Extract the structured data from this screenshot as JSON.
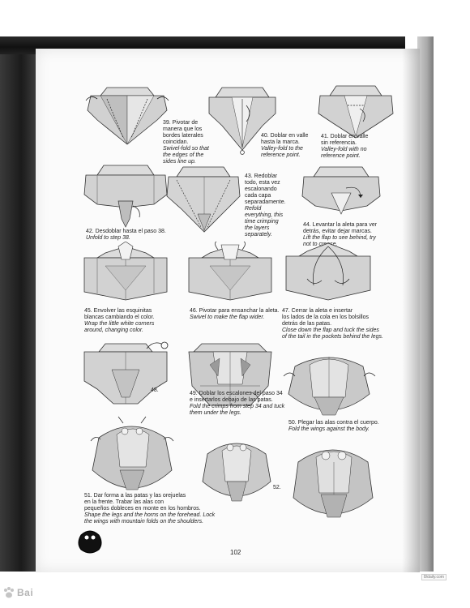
{
  "page": {
    "number": "102"
  },
  "watermark": {
    "url": "8/daily.com",
    "brand_text": "Bai"
  },
  "steps": [
    {
      "id": "39",
      "es": "39. Pivotar de\nmanera que los\nbordes laterales\ncoincidan.",
      "en": "Swivel-fold so that\nthe edges of the\nsides line up."
    },
    {
      "id": "40",
      "es": "40. Doblar en valle\nhasta la marca.",
      "en": "Valley-fold to the\nreference point."
    },
    {
      "id": "41",
      "es": "41. Doblar en valle\nsin referencia.",
      "en": "Valley-fold with no\nreference point."
    },
    {
      "id": "42",
      "es": "42. Desdoblar hasta el paso 38.",
      "en": "Unfold to step 38."
    },
    {
      "id": "43",
      "es": "43. Redoblar\ntodo, esta vez\nescalonando\ncada capa\nseparadamente.",
      "en": "Refold\neverything, this\ntime crimping\nthe layers\nseparately."
    },
    {
      "id": "44",
      "es": "44. Levantar la aleta para ver\ndetrás, evitar dejar marcas.",
      "en": "Lift the flap to see behind, try\nnot to crease."
    },
    {
      "id": "45",
      "es": "45. Envolver las esquinitas\nblancas cambiando el color.",
      "en": "Wrap the little white corners\naround, changing color."
    },
    {
      "id": "46",
      "es": "46. Pivotar para ensanchar la aleta.",
      "en": "Swivel to make the flap wider."
    },
    {
      "id": "47",
      "es": "47. Cerrar la aleta e insertar\nlos lados de la cola en los bolsillos\ndetrás de las patas.",
      "en": "Close down the flap and tuck the sides\nof the tail in the pockets behind the legs."
    },
    {
      "id": "48",
      "es": "48.",
      "en": ""
    },
    {
      "id": "49",
      "es": "49. Doblar los escalones del paso 34\ne insertarlos debajo de las patas.",
      "en": "Fold the crimps from step 34 and tuck\nthem under the legs."
    },
    {
      "id": "50",
      "es": "50. Plegar las alas contra el cuerpo.",
      "en": "Fold the wings against the body."
    },
    {
      "id": "51",
      "es": "51. Dar forma a las patas y las orejuelas\nen la frente. Trabar las alas con\npequeños dobleces en monte en los hombros.",
      "en": "Shape the legs and the horns on the forehead. Lock\nthe wings with mountain folds on the shoulders."
    },
    {
      "id": "52",
      "es": "52.",
      "en": ""
    }
  ],
  "colors": {
    "paper_gray": "#cfcfcf",
    "paper_light": "#e9e9e9",
    "line": "#3a3a3a",
    "page_bg": "#fbfbfb"
  },
  "icons": [
    "owl-stamp-icon",
    "paw-logo-icon",
    "fold-arrow-icon"
  ]
}
